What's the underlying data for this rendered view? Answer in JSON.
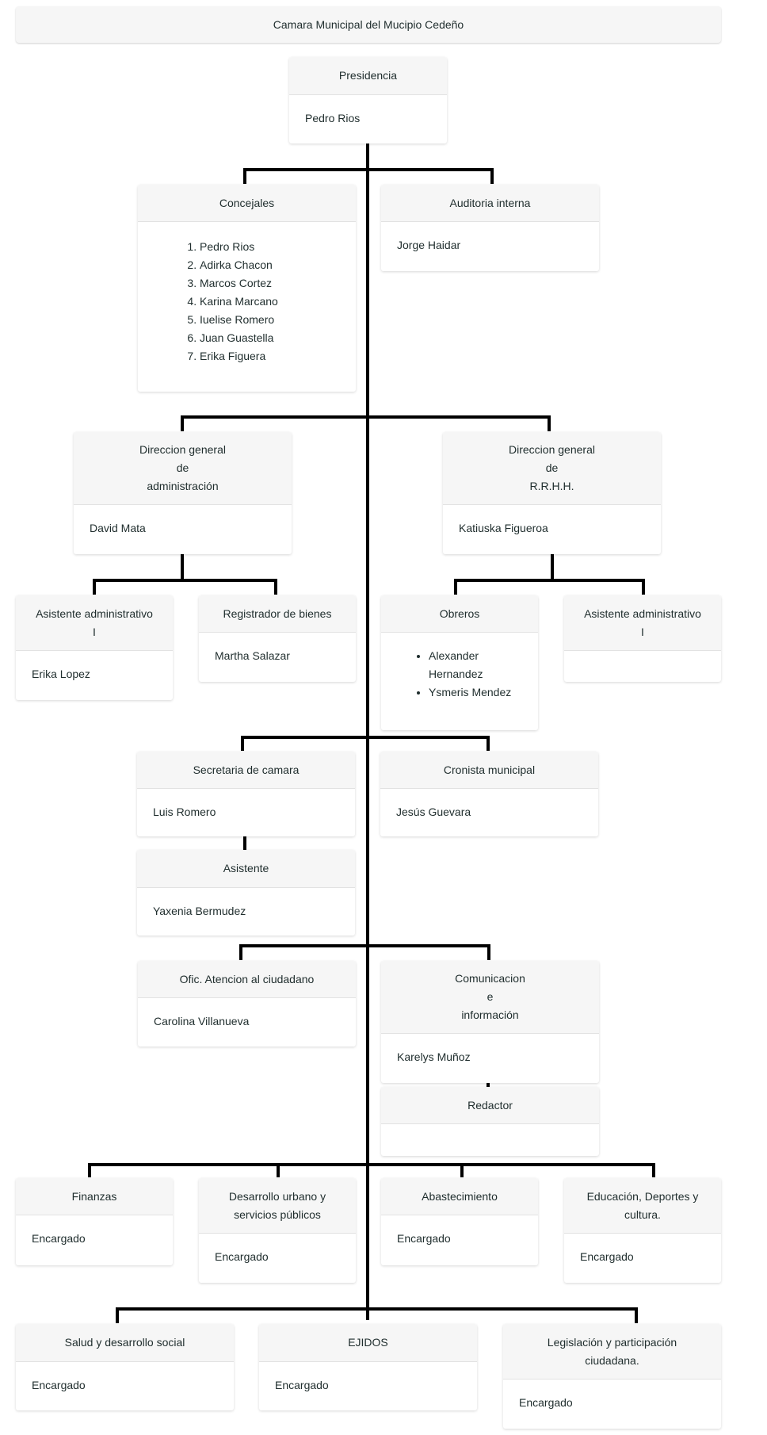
{
  "header": {
    "title": "Camara Municipal del Mucipio Cedeño"
  },
  "presidencia": {
    "title": "Presidencia",
    "name": "Pedro Rios"
  },
  "concejales": {
    "title": "Concejales",
    "members": [
      "Pedro Rios",
      "Adirka Chacon",
      "Marcos Cortez",
      "Karina Marcano",
      "Iuelise Romero",
      "Juan Guastella",
      "Erika Figuera"
    ]
  },
  "auditoria": {
    "title": "Auditoria interna",
    "name": "Jorge Haidar"
  },
  "dir_admin": {
    "title_l1": "Direccion general",
    "title_l2": "de",
    "title_l3": "administración",
    "name": "David Mata"
  },
  "dir_rrhh": {
    "title_l1": "Direccion general",
    "title_l2": "de",
    "title_l3": "R.R.H.H.",
    "name": "Katiuska Figueroa"
  },
  "asist_admin_1": {
    "title_l1": "Asistente administrativo",
    "title_l2": "I",
    "name": "Erika Lopez"
  },
  "registrador": {
    "title": "Registrador de bienes",
    "name": "Martha Salazar"
  },
  "obreros": {
    "title": "Obreros",
    "members": [
      "Alexander Hernandez",
      "Ysmeris Mendez"
    ]
  },
  "asist_admin_2": {
    "title_l1": "Asistente administrativo",
    "title_l2": "I",
    "name": ""
  },
  "secretaria": {
    "title": "Secretaria de camara",
    "name": "Luis Romero"
  },
  "cronista": {
    "title": "Cronista municipal",
    "name": "Jesús Guevara"
  },
  "asistente": {
    "title": "Asistente",
    "name": "Yaxenia Bermudez"
  },
  "ofic_atencion": {
    "title": "Ofic. Atencion al ciudadano",
    "name": "Carolina Villanueva"
  },
  "comunicacion": {
    "title_l1": "Comunicacion",
    "title_l2": "e",
    "title_l3": "información",
    "name": "Karelys Muñoz"
  },
  "redactor": {
    "title": "Redactor",
    "name": ""
  },
  "finanzas": {
    "title": "Finanzas",
    "name": "Encargado"
  },
  "desarrollo": {
    "title_l1": "Desarrollo urbano y",
    "title_l2": "servicios públicos",
    "name": "Encargado"
  },
  "abastecimiento": {
    "title": "Abastecimiento",
    "name": "Encargado"
  },
  "educacion": {
    "title_l1": "Educación, Deportes y",
    "title_l2": "cultura.",
    "name": "Encargado"
  },
  "salud": {
    "title": "Salud y desarrollo social",
    "name": "Encargado"
  },
  "ejidos": {
    "title": "EJIDOS",
    "name": "Encargado"
  },
  "legislacion": {
    "title_l1": "Legislación y participación",
    "title_l2": "ciudadana.",
    "name": "Encargado"
  }
}
